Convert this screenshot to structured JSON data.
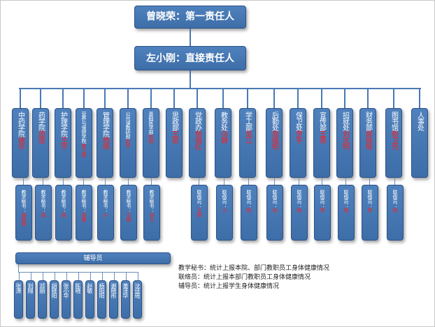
{
  "top": {
    "label": "曾晓荣：第一责任人"
  },
  "second": {
    "label": "左小刚：直接责任人"
  },
  "departments": [
    {
      "name": "中药学院",
      "person": "谢华"
    },
    {
      "name": "药学院",
      "person": "周里"
    },
    {
      "name": "护理学院",
      "person": "王宇"
    },
    {
      "name": "营养与保健学院",
      "person": "陈江明"
    },
    {
      "name": "管理学院",
      "person": "杨晓"
    },
    {
      "name": "公共课教研部",
      "person": "赵作"
    },
    {
      "name": "基础医学部",
      "person": "陈明"
    },
    {
      "name": "思政部",
      "person": "王丽"
    },
    {
      "name": "党政办",
      "person": "杨晓红"
    },
    {
      "name": "教务处",
      "person": "冯静"
    },
    {
      "name": "学工部",
      "person": "吴江"
    },
    {
      "name": "后勤处",
      "person": "周晓明"
    },
    {
      "name": "保卫处",
      "person": "罗宇"
    },
    {
      "name": "宣传部",
      "person": "王勇"
    },
    {
      "name": "招就处",
      "person": "刘天明"
    },
    {
      "name": "财务部",
      "person": "郭晓晗"
    },
    {
      "name": "图书馆",
      "person": "杨卫光"
    },
    {
      "name": "人事处",
      "person": ""
    }
  ],
  "secretaries": [
    {
      "role": "教学秘书：",
      "person": "谢晓婷"
    },
    {
      "role": "教学秘书：",
      "person": "周"
    },
    {
      "role": "教学秘书：",
      "person": "周"
    },
    {
      "role": "教学秘书：",
      "person": "周娜"
    },
    {
      "role": "教学秘书：",
      "person": "小"
    },
    {
      "role": "教学秘书：",
      "person": "王晓"
    },
    {
      "role": "教学秘书：",
      "person": "刘义"
    },
    {
      "role": "联络员：",
      "person": "王丽"
    },
    {
      "role": "联络员：",
      "person": "小"
    },
    {
      "role": "联络员：",
      "person": "杨"
    },
    {
      "role": "联络员：",
      "person": "肖"
    },
    {
      "role": "联络员：",
      "person": "杨"
    },
    {
      "role": "联络员：",
      "person": "罗"
    },
    {
      "role": "联络员：",
      "person": "杨"
    },
    {
      "role": "联络员：",
      "person": "罗"
    },
    {
      "role": "联络员：",
      "person": "杨"
    }
  ],
  "guide": {
    "label": "辅导员",
    "aides": [
      "张涛",
      "刘翔",
      "邓丽",
      "胡晓阳",
      "张小华",
      "陈晓",
      "赵敏",
      "杨阳阳",
      "谢晓彤",
      "黄泽华",
      "沈佳瑶"
    ]
  },
  "legend": [
    "教学秘书：统计上报本院、部门教职员工身体健康情况",
    "联络员：统计上报本部门教职员工身体健康情况",
    "辅导员：统计上报学生身体健康情况"
  ]
}
